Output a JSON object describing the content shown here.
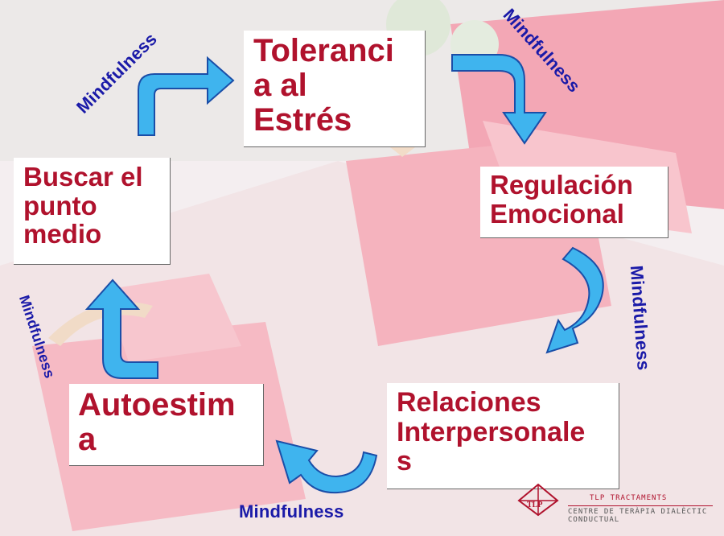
{
  "colors": {
    "box_text": "#b0122d",
    "arrow_fill": "#3fb4ee",
    "arrow_stroke": "#1a4ea8",
    "mindfulness_text": "#1a1aa8"
  },
  "boxes": {
    "tolerancia": "Toleranci\na al\nEstrés",
    "regulacion": "Regulación\nEmocional",
    "relaciones": "Relaciones\nInterpersonale\ns",
    "autoestima": "Autoestim\na",
    "buscar": "Buscar el\npunto\nmedio"
  },
  "mindfulness": {
    "top_left": "Mindfulness",
    "top_right": "Mindfulness",
    "right": "Mindfulness",
    "bottom": "Mindfulness",
    "left": "Mindfulness"
  },
  "logo": {
    "line1": "TLP TRACTAMENTS",
    "line2": "CENTRE DE TERÀPIA DIALÈCTIC CONDUCTUAL",
    "mark": "TLP"
  }
}
